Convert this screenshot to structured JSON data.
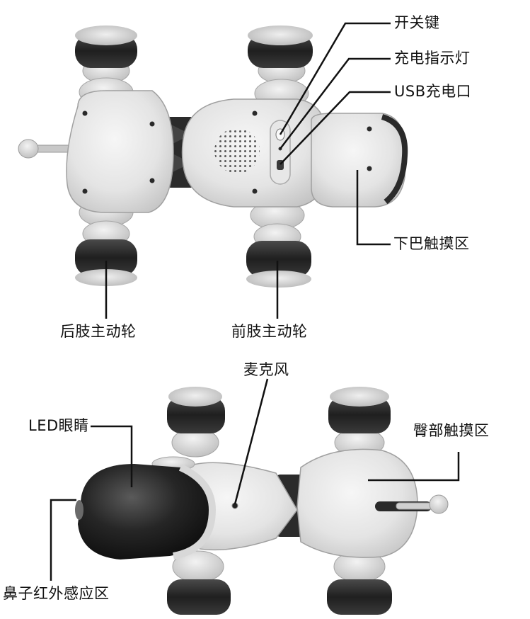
{
  "labels": {
    "power_key": "开关键",
    "charge_indicator": "充电指示灯",
    "usb_port": "USB充电口",
    "chin_touch": "下巴触摸区",
    "rear_wheel": "后肢主动轮",
    "front_wheel": "前肢主动轮",
    "microphone": "麦克风",
    "led_eyes": "LED眼睛",
    "hip_touch": "臀部触摸区",
    "nose_ir": "鼻子红外感应区"
  }
}
